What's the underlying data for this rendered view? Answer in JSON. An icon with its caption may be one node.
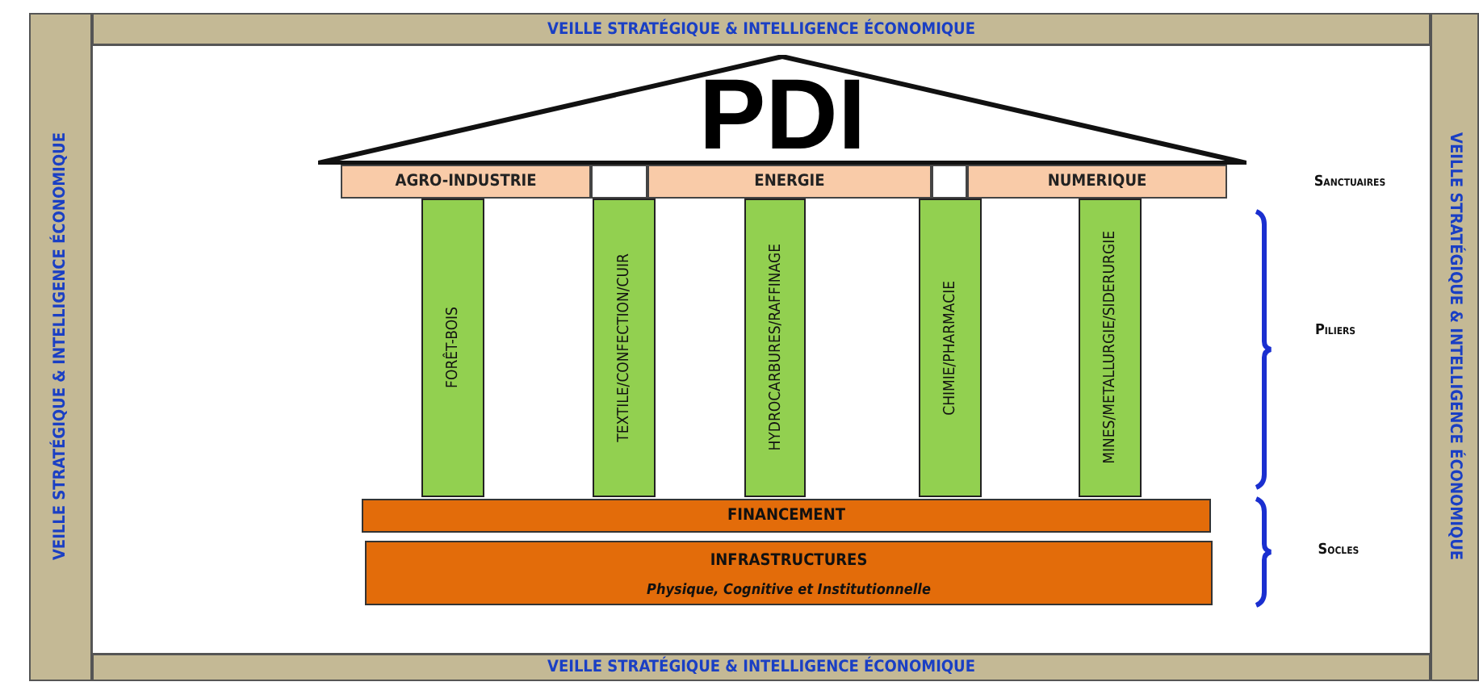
{
  "diagram": {
    "nodes": [
      {
        "text": [
          "VEILLE STRATÉGIQUE & INTELLIGENCE ÉCONOMIQUE"
        ]
      },
      {
        "text": [
          "VEILLE STRATÉGIQUE & INTELLIGENCE ÉCONOMIQUE"
        ]
      },
      {
        "text": [
          "VEILLE STRATÉGIQUE & INTELLIGENCE ÉCONOMIQUE"
        ]
      },
      {
        "text": [
          "PDI"
        ]
      },
      {
        "text": [
          "AGRO-INDUSTRIE"
        ]
      },
      {
        "text": [],
        "shape": "box"
      },
      {
        "text": [
          "ENERGIE"
        ]
      },
      {
        "text": [],
        "shape": "box"
      },
      {
        "text": [
          "NUMERIQUE"
        ]
      },
      {
        "text": [
          "FORÊT-BOIS"
        ]
      },
      {
        "text": [
          "TEXTILE/CONFECTION/CUIR"
        ]
      },
      {
        "text": [
          "HYDROCARBURES/RAFFINAGE"
        ]
      },
      {
        "text": [
          "CHIMIE/PHARMACIE"
        ]
      },
      {
        "text": [
          "MINES/METALLURGIE/SIDERURGIE"
        ]
      },
      {
        "text": [
          "FINANCEMENT"
        ]
      },
      {
        "text": [
          "INFRASTRUCTURES",
          "Physique, Cognitive et Institutionnelle"
        ]
      },
      {
        "text": [
          "VEILLE STRATÉGIQUE & INTELLIGENCE ÉCONOMIQUE"
        ]
      }
    ],
    "edges": [],
    "labels": [
      "Sanctuaires",
      "Piliers",
      "Socles"
    ]
  }
}
